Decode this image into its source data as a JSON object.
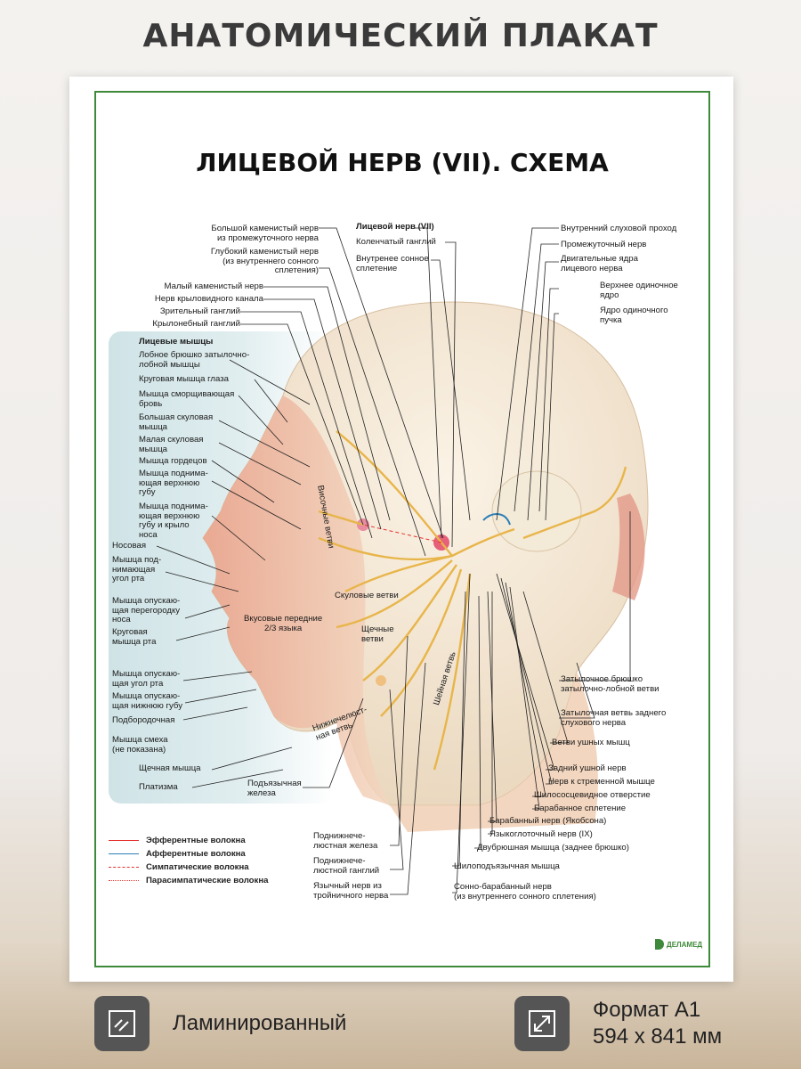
{
  "banner": "АНАТОМИЧЕСКИЙ ПЛАКАТ",
  "poster": {
    "title": "ЛИЦЕВОЙ НЕРВ (VII). СХЕМА",
    "top_labels_left": [
      "Большой каменистый нерв\nиз промежуточного нерва",
      "Глубокий каменистый нерв\n(из внутреннего сонного\nсплетения)",
      "Малый каменистый нерв",
      "Нерв крыловидного канала",
      "Зрительный ганглий",
      "Крылонебный ганглий"
    ],
    "top_labels_center": [
      "Лицевой нерв (VII)",
      "Коленчатый ганглий",
      "Внутренее сонное\nсплетение"
    ],
    "right_labels": [
      "Внутренний слуховой проход",
      "Промежуточный нерв",
      "Двигательные ядра\nлицевого нерва",
      "Верхнее одиночное\nядро",
      "Ядро одиночного\nпучка",
      "Затылочное брюшко\nзатылочно-лобной ветви",
      "Затылочная ветвь заднего\nслухового нерва",
      "Ветви ушных мышц",
      "Задний ушной нерв",
      "Нерв к стременной мышце",
      "Шилососцевидное отверстие",
      "Барабанное сплетение",
      "Барабанный нерв (Якобсона)",
      "Языкоглоточный нерв (IX)",
      "Двубрюшная мышца (заднее брюшко)",
      "Шилоподъязычная мышца",
      "Сонно-барабанный нерв\n(из внутреннего сонного сплетения)"
    ],
    "muscles_heading": "Лицевые мышцы",
    "muscles": [
      "Лобное брюшко затылочно-\nлобной мышцы",
      "Круговая мышца глаза",
      "Мышца сморщивающая\nбровь",
      "Большая скуловая\nмышца",
      "Малая скуловая\nмышца",
      "Мышца гордецов",
      "Мышца поднима-\nющая верхнюю\nгубу",
      "Мышца поднима-\nющая верхнюю\nгубу и крыло\nноса",
      "Носовая",
      "Мышца под-\nнимающая\nугол рта",
      "Мышца опускаю-\nщая перегородку\nноса",
      "Круговая\nмышца рта",
      "Мышца опускаю-\nщая угол рта",
      "Мышца опускаю-\nщая нижнюю губу",
      "Подбородочная",
      "Мышца смеха\n(не показана)",
      "Щечная мышца",
      "Платизма"
    ],
    "branch_labels": {
      "temporal": "Височные ветви",
      "zygomatic": "Скуловые ветви",
      "buccal": "Щечные\nветви",
      "mandibular": "Нижнечелюст-\nная ветвь",
      "cervical": "Шейная ветвь",
      "taste": "Вкусовые передние\n2/3 языка"
    },
    "bottom_labels": [
      "Подъязычная\nжелеза",
      "Поднижнече-\nлюстная железа",
      "Поднижнече-\nлюстной ганглий",
      "Язычный нерв из\nтройничного нерва"
    ],
    "legend": [
      {
        "label": "Эфферентные волокна",
        "color": "#e3342f",
        "style": "solid"
      },
      {
        "label": "Афферентные волокна",
        "color": "#2c7fb8",
        "style": "solid"
      },
      {
        "label": "Симпатические волокна",
        "color": "#e3342f",
        "style": "dashed"
      },
      {
        "label": "Парасимпатические волокна",
        "color": "#e3342f",
        "style": "dotted"
      }
    ],
    "logo": "ДЕЛАМЕД"
  },
  "features": [
    {
      "label": "Ламинированный",
      "icon": "laminated-icon"
    },
    {
      "label": "Формат А1\n594 x 841 мм",
      "icon": "expand-arrows-icon"
    }
  ],
  "colors": {
    "frame": "#3f8a3a",
    "nerve": "#e8b54a",
    "skin": "#f2d2b8"
  }
}
